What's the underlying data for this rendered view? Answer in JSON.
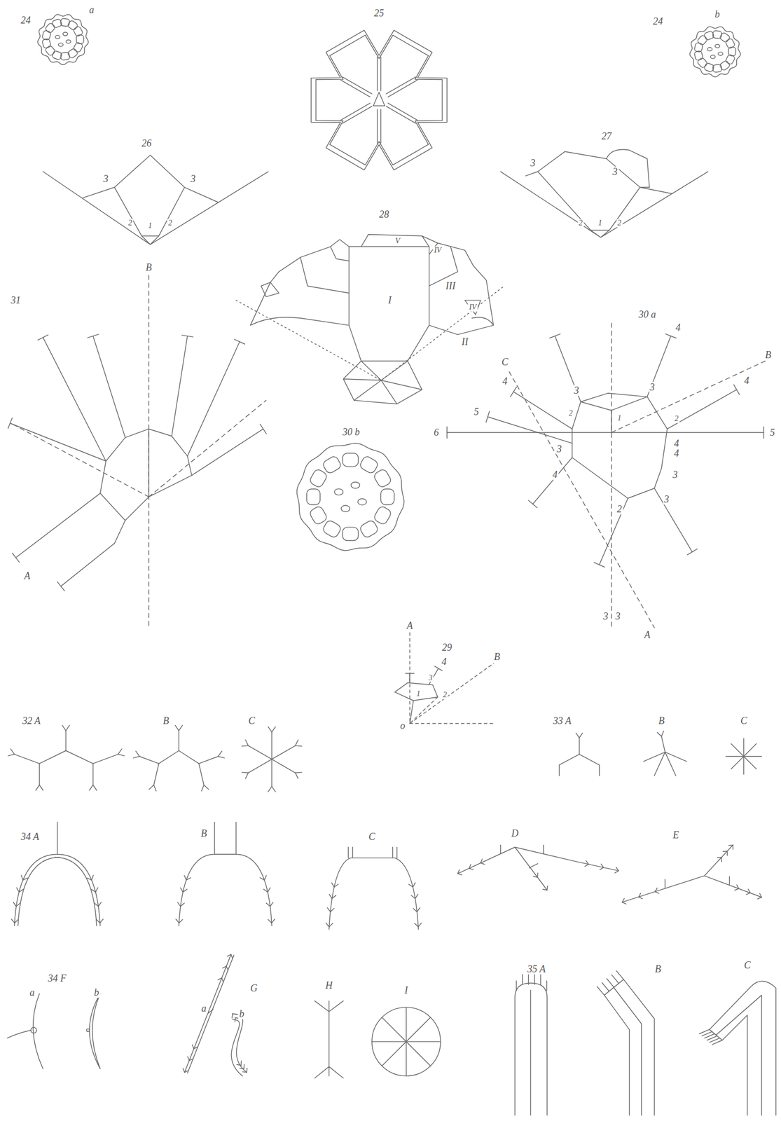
{
  "diagram": {
    "labels": [
      "24",
      "a",
      "25",
      "24",
      "b",
      "26",
      "3",
      "3",
      "2",
      "1",
      "2",
      "27",
      "3",
      "3",
      "2",
      "1",
      "2",
      "28",
      "V",
      "IV",
      "I",
      "III",
      "IV",
      "II",
      "31",
      "B",
      "A",
      "30 a",
      "C",
      "B",
      "4",
      "4",
      "4",
      "5",
      "6",
      "5",
      "3",
      "3",
      "2",
      "1",
      "2",
      "3",
      "3",
      "4",
      "4",
      "4",
      "2",
      "3",
      "3",
      "3",
      "A",
      "30 b",
      "29",
      "A",
      "4",
      "B",
      "3",
      "2",
      "1",
      "o",
      "32 A",
      "B",
      "C",
      "33 A",
      "B",
      "C",
      "34 A",
      "B",
      "C",
      "D",
      "E",
      "34 F",
      "a",
      "b",
      "a",
      "G",
      "b",
      "H",
      "I",
      "35 A",
      "B",
      "C"
    ]
  }
}
